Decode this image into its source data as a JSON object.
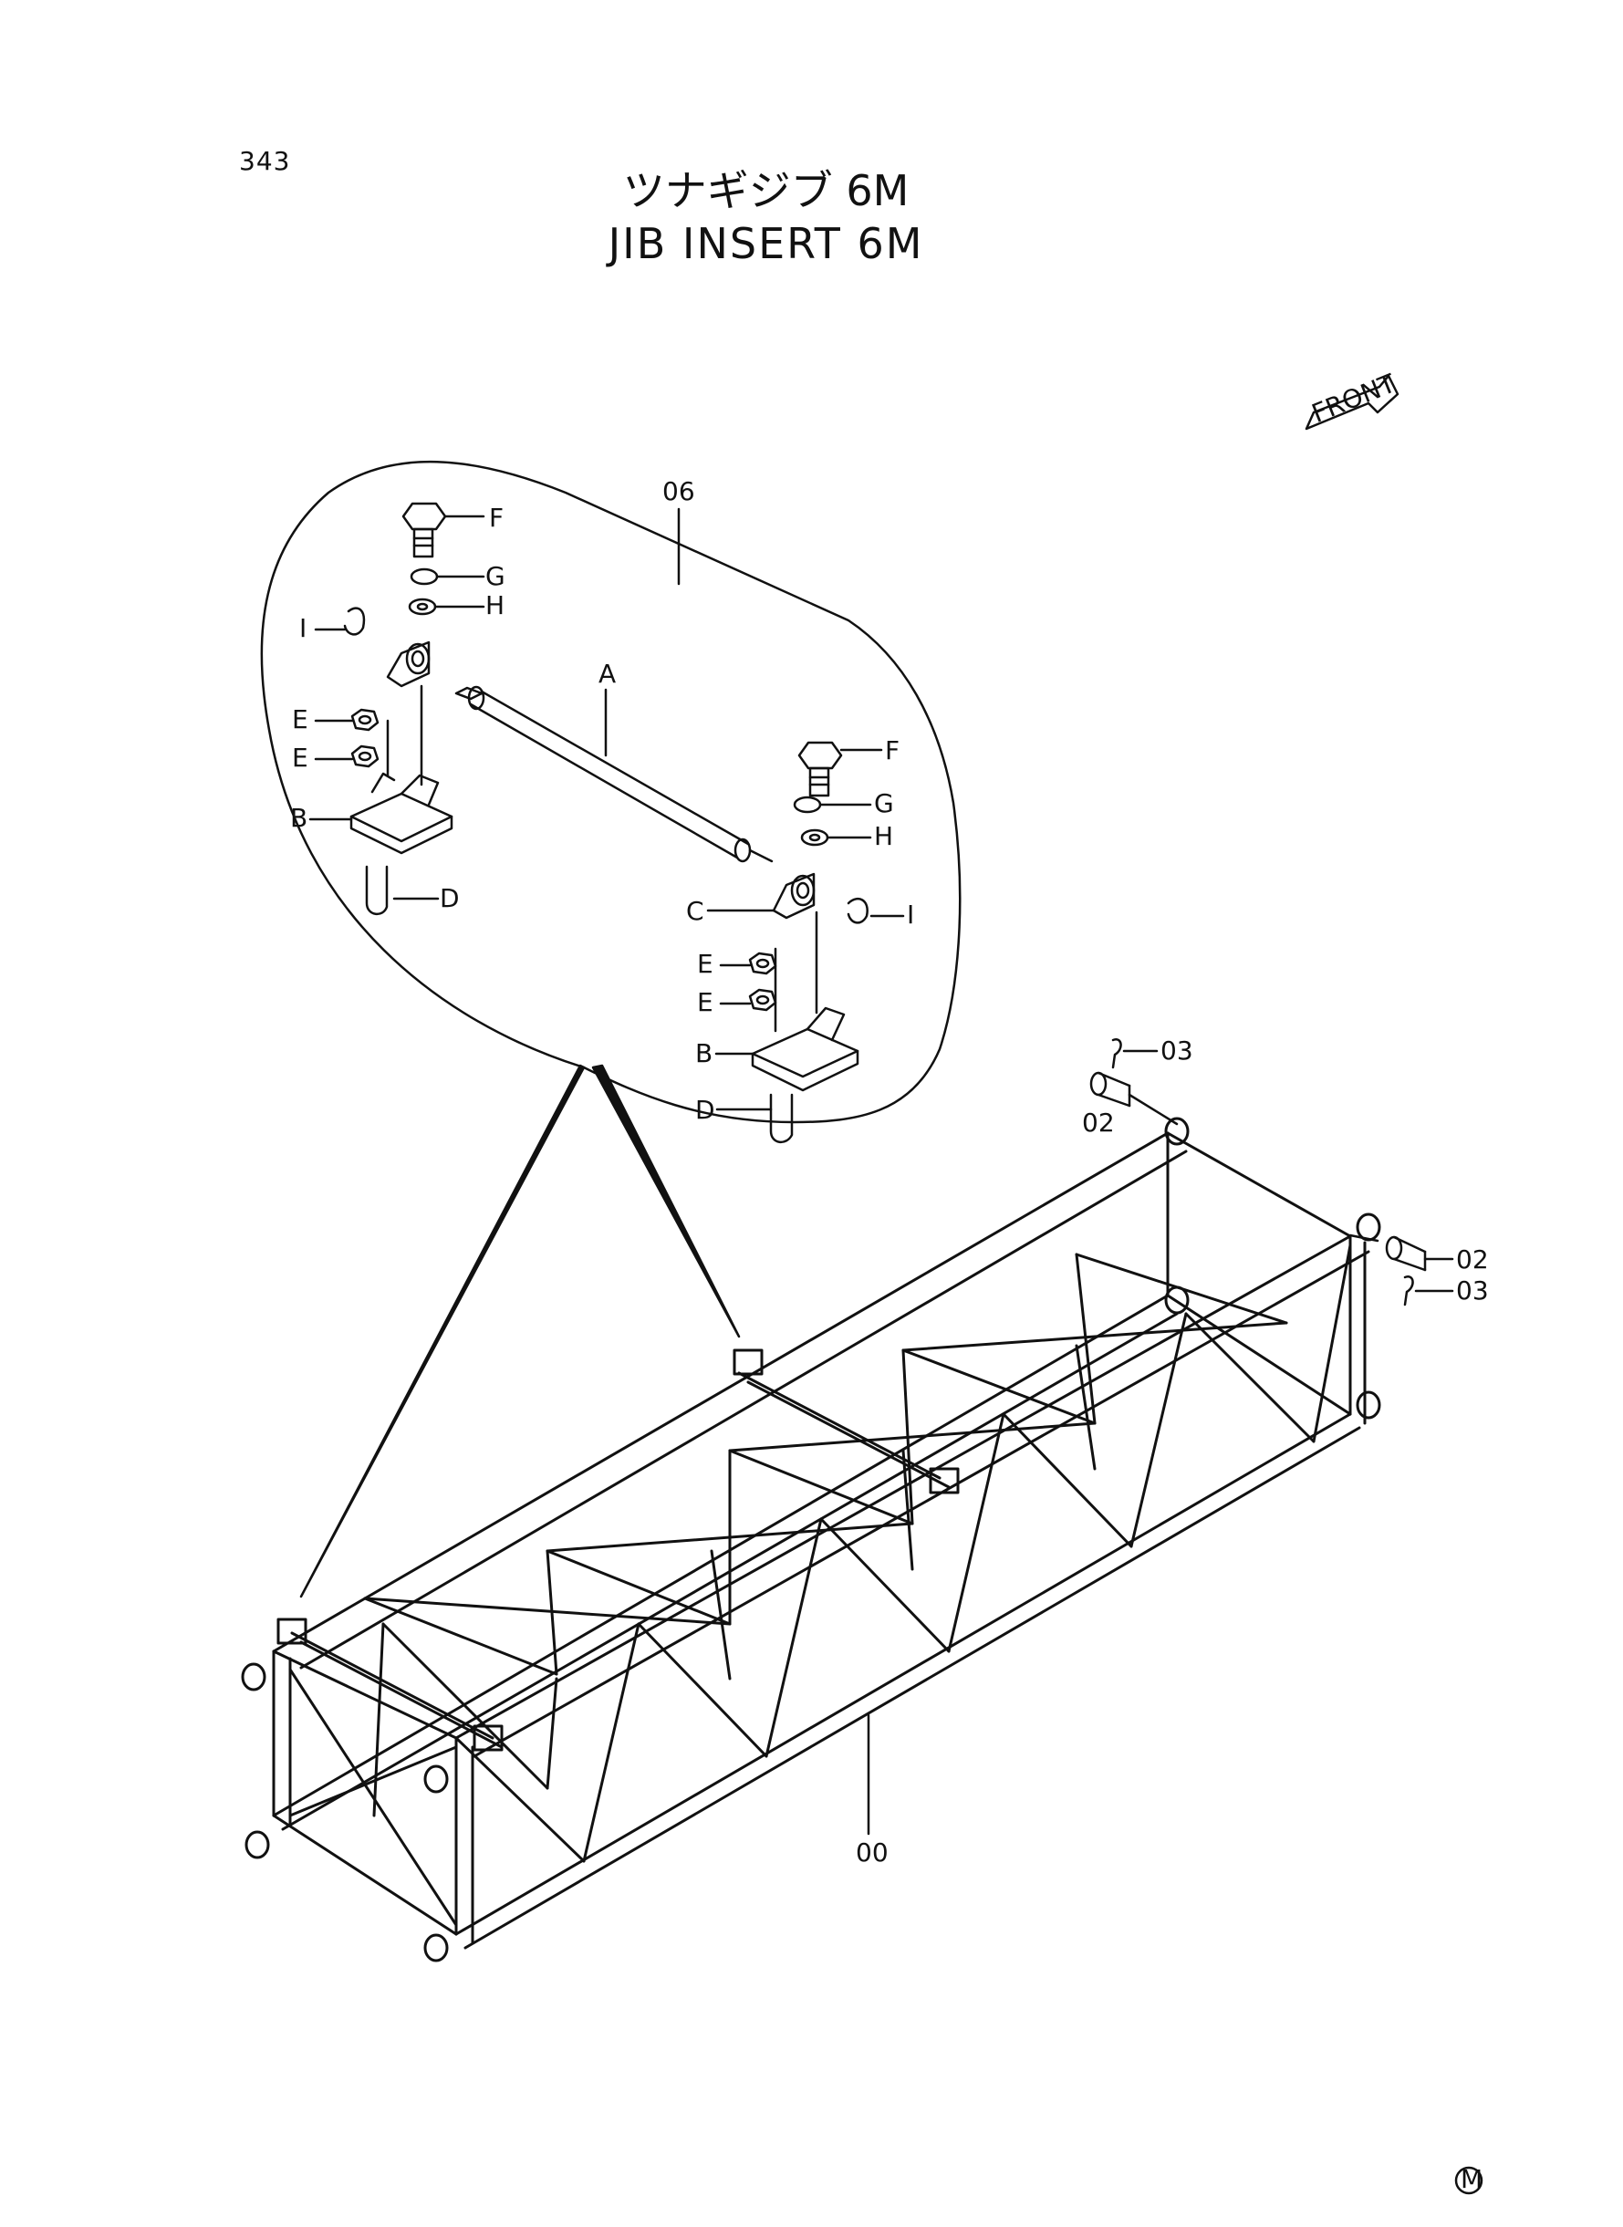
{
  "page_number": "343",
  "title": {
    "japanese": "ツナギジブ 6M",
    "english": "JIB INSERT 6M"
  },
  "front_indicator": "FRONT",
  "callouts": {
    "assembly": "06",
    "pipe": "A",
    "bracket_base": "B",
    "bearing_block": "C",
    "u_bolt": "D",
    "nut": "E",
    "bolt": "F",
    "spring_washer": "G",
    "washer": "H",
    "snap_pin": "I",
    "pin": "02",
    "clip": "03",
    "jib_frame": "00"
  },
  "mark_symbol": "M",
  "icons": [
    "front-arrow-icon",
    "circled-m-icon"
  ]
}
